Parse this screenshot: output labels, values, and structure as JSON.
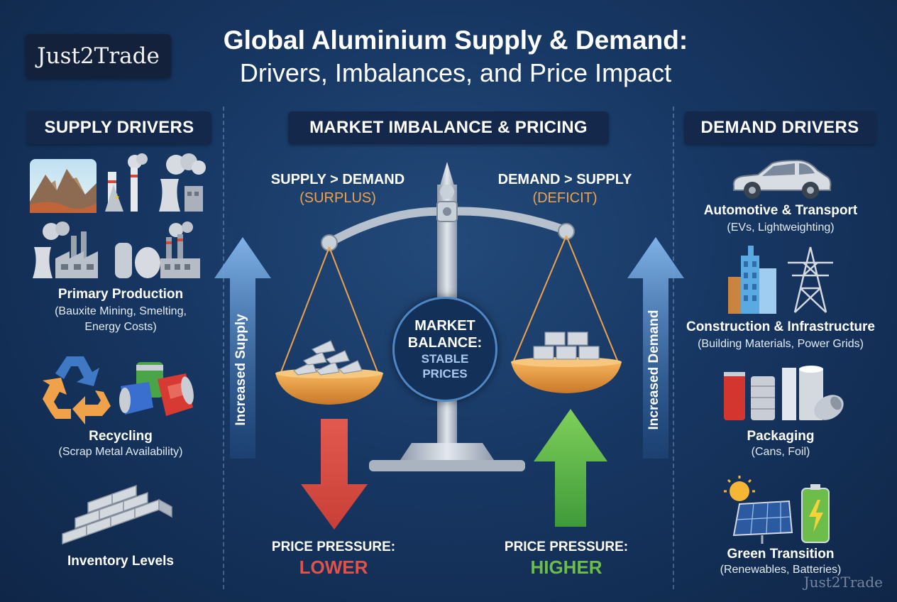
{
  "header": {
    "logo": "Just2Trade",
    "title_line1": "Global Aluminium Supply & Demand:",
    "title_line2": "Drivers, Imbalances, and Price Impact"
  },
  "sections": {
    "supply": "SUPPLY DRIVERS",
    "market": "MARKET IMBALANCE & PRICING",
    "demand": "DEMAND DRIVERS"
  },
  "supply_drivers": [
    {
      "title": "Primary Production",
      "subtitle_line1": "(Bauxite Mining, Smelting,",
      "subtitle_line2": "Energy Costs)"
    },
    {
      "title": "Recycling",
      "subtitle_line1": "(Scrap Metal Availability)"
    },
    {
      "title": "Inventory Levels"
    }
  ],
  "demand_drivers": [
    {
      "title": "Automotive & Transport",
      "subtitle": "(EVs, Lightweighting)"
    },
    {
      "title": "Construction & Infrastructure",
      "subtitle": "(Building Materials, Power Grids)"
    },
    {
      "title": "Packaging",
      "subtitle": "(Cans, Foil)"
    },
    {
      "title": "Green Transition",
      "subtitle": "(Renewables, Batteries)"
    }
  ],
  "scale": {
    "left_label": "SUPPLY > DEMAND",
    "left_sub": "(SURPLUS)",
    "right_label": "DEMAND > SUPPLY",
    "right_sub": "(DEFICIT)",
    "center_title_line1": "MARKET",
    "center_title_line2": "BALANCE:",
    "center_sub_line1": "STABLE",
    "center_sub_line2": "PRICES"
  },
  "arrows": {
    "increased_supply": "Increased Supply",
    "increased_demand": "Increased Demand"
  },
  "pressure": {
    "left_label": "PRICE PRESSURE:",
    "left_value": "LOWER",
    "right_label": "PRICE PRESSURE:",
    "right_value": "HIGHER"
  },
  "colors": {
    "lower": "#e0524a",
    "higher": "#6cbd4a",
    "accent_orange": "#f0a24a"
  },
  "watermark": "Just2Trade"
}
